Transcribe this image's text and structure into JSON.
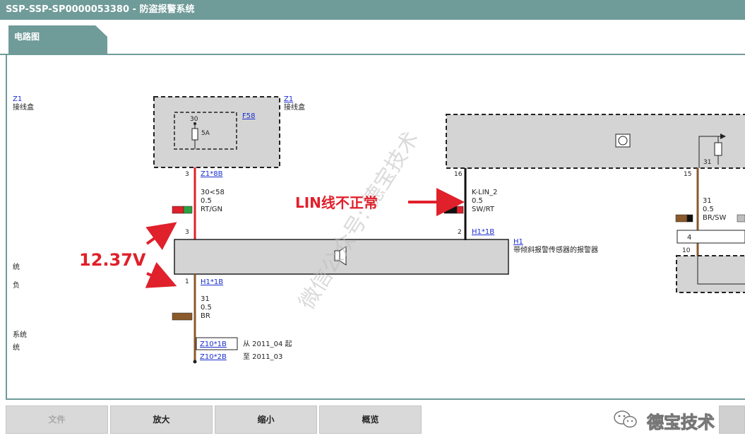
{
  "window": {
    "title": "SSP-SSP-SP0000053380 - 防盗报警系统"
  },
  "tab": {
    "label": "电路图"
  },
  "diagram": {
    "left_labels": {
      "l1": "Z1",
      "l2": "接线盒",
      "l3": "统",
      "l4": "负",
      "l5": "系统",
      "l6": "统"
    },
    "box_z1": {
      "id": "Z1",
      "name": "接线盒"
    },
    "fuse": {
      "pin": "30",
      "id": "F58",
      "rating": "5A"
    },
    "wire1": {
      "pin_top": "3",
      "connector_top": "Z1*8B",
      "signal": "30<58",
      "size": "0.5",
      "color": "RT/GN",
      "pin_bottom": "3"
    },
    "wire2": {
      "pin_top": "16",
      "signal": "K-LIN_2",
      "size": "0.5",
      "color": "SW/RT",
      "pin_bottom": "2",
      "connector_bottom": "H1*1B"
    },
    "box_h1": {
      "id": "H1",
      "name": "带倾斜报警传感器的报警器"
    },
    "wire3": {
      "pin": "1",
      "connector": "H1*1B",
      "signal": "31",
      "size": "0.5",
      "color": "BR"
    },
    "ground": {
      "c1": "Z10*1B",
      "c1_note": "从 2011_04 起",
      "c2": "Z10*2B",
      "c2_note": "至 2011_03"
    },
    "wire4": {
      "pin_top": "15",
      "signal": "31",
      "size": "0.5",
      "color": "BR/SW",
      "box_value": "4",
      "pin_bottom": "10",
      "res_label": "31"
    }
  },
  "annotations": {
    "lin": "LIN线不正常",
    "voltage": "12.37V"
  },
  "watermark": {
    "diagonal": "微信公众号: 德宝技术",
    "corner": "德宝技术"
  },
  "toolbar": {
    "file": "文件",
    "zoom_in": "放大",
    "zoom_out": "缩小",
    "overview": "概览"
  },
  "colors": {
    "header": "#6f9b99",
    "red_wire": "#e0202a",
    "brown_wire": "#8a5a2b",
    "annotation": "#e0202a",
    "link": "#1a2fd0"
  }
}
